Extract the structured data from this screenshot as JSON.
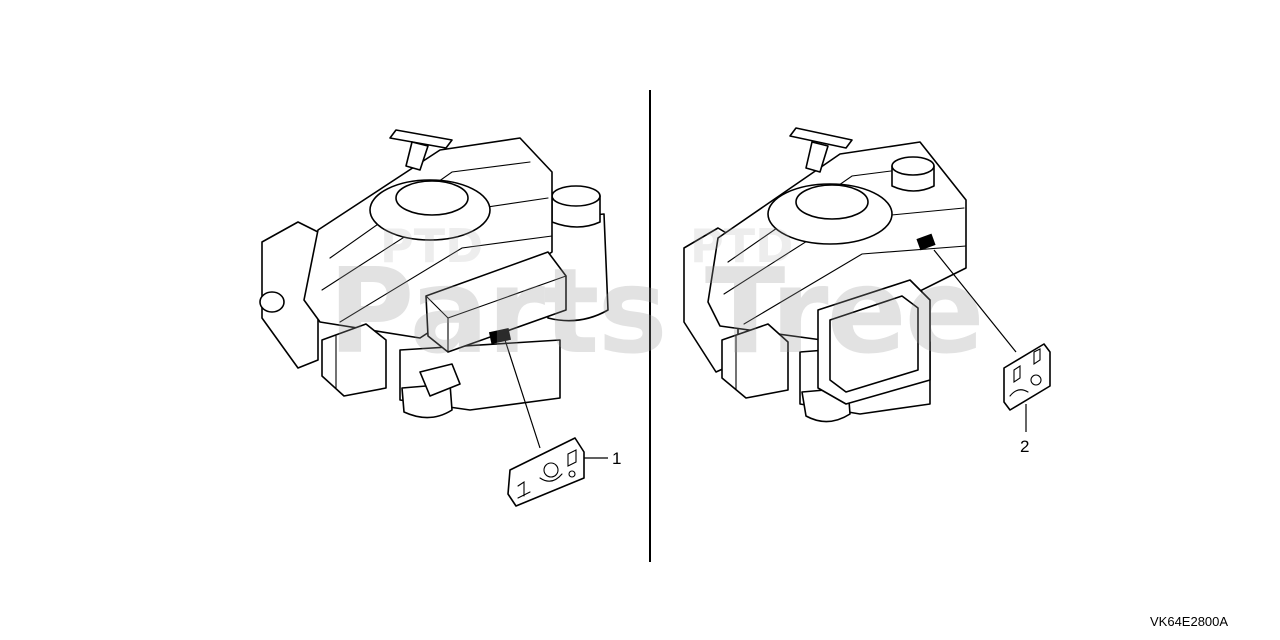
{
  "callouts": {
    "left": "1",
    "right": "2"
  },
  "drawing_code": "VK64E2800A",
  "watermark": {
    "brand_logo": "Parts Tree",
    "top_mark": "PTD"
  }
}
